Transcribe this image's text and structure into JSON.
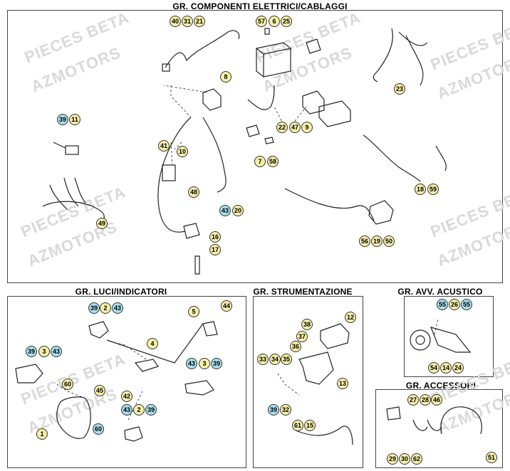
{
  "sections": {
    "electrical": "GR. COMPONENTI ELETTRICI/CABLAGGI",
    "lights": "GR. LUCI/INDICATORI",
    "instruments": "GR. STRUMENTAZIONE",
    "horn": "GR. AVV. ACUSTICO",
    "accessories": "GR. ACCESSORI"
  },
  "watermark": {
    "line1": "PIECES BETA",
    "line2": "AZMOTORS"
  },
  "colors": {
    "yellow_tag": "#f5f0a8",
    "blue_tag": "#a8e0ee",
    "line": "#222222"
  },
  "callouts": [
    {
      "t": "40",
      "c": "y"
    },
    {
      "t": "31",
      "c": "y"
    },
    {
      "t": "21",
      "c": "y"
    },
    {
      "t": "57",
      "c": "y"
    },
    {
      "t": "6",
      "c": "y"
    },
    {
      "t": "25",
      "c": "y"
    },
    {
      "t": "23",
      "c": "y"
    },
    {
      "t": "8",
      "c": "y"
    },
    {
      "t": "39",
      "c": "b"
    },
    {
      "t": "11",
      "c": "y"
    },
    {
      "t": "22",
      "c": "y"
    },
    {
      "t": "47",
      "c": "y"
    },
    {
      "t": "9",
      "c": "y"
    },
    {
      "t": "41",
      "c": "y"
    },
    {
      "t": "10",
      "c": "y"
    },
    {
      "t": "7",
      "c": "y"
    },
    {
      "t": "58",
      "c": "y"
    },
    {
      "t": "48",
      "c": "y"
    },
    {
      "t": "18",
      "c": "y"
    },
    {
      "t": "59",
      "c": "y"
    },
    {
      "t": "43",
      "c": "b"
    },
    {
      "t": "20",
      "c": "y"
    },
    {
      "t": "49",
      "c": "y"
    },
    {
      "t": "16",
      "c": "y"
    },
    {
      "t": "17",
      "c": "y"
    },
    {
      "t": "56",
      "c": "y"
    },
    {
      "t": "19",
      "c": "y"
    },
    {
      "t": "50",
      "c": "y"
    },
    {
      "t": "39",
      "c": "b"
    },
    {
      "t": "2",
      "c": "y"
    },
    {
      "t": "43",
      "c": "b"
    },
    {
      "t": "5",
      "c": "y"
    },
    {
      "t": "44",
      "c": "y"
    },
    {
      "t": "39",
      "c": "b"
    },
    {
      "t": "3",
      "c": "y"
    },
    {
      "t": "43",
      "c": "b"
    },
    {
      "t": "4",
      "c": "y"
    },
    {
      "t": "43",
      "c": "b"
    },
    {
      "t": "3",
      "c": "y"
    },
    {
      "t": "39",
      "c": "b"
    },
    {
      "t": "60",
      "c": "y"
    },
    {
      "t": "45",
      "c": "y"
    },
    {
      "t": "42",
      "c": "y"
    },
    {
      "t": "43",
      "c": "b"
    },
    {
      "t": "2",
      "c": "y"
    },
    {
      "t": "39",
      "c": "b"
    },
    {
      "t": "1",
      "c": "y"
    },
    {
      "t": "60",
      "c": "b"
    },
    {
      "t": "38",
      "c": "y"
    },
    {
      "t": "12",
      "c": "y"
    },
    {
      "t": "37",
      "c": "y"
    },
    {
      "t": "36",
      "c": "y"
    },
    {
      "t": "33",
      "c": "y"
    },
    {
      "t": "34",
      "c": "y"
    },
    {
      "t": "35",
      "c": "y"
    },
    {
      "t": "13",
      "c": "y"
    },
    {
      "t": "39",
      "c": "b"
    },
    {
      "t": "32",
      "c": "y"
    },
    {
      "t": "61",
      "c": "y"
    },
    {
      "t": "15",
      "c": "y"
    },
    {
      "t": "55",
      "c": "b"
    },
    {
      "t": "26",
      "c": "y"
    },
    {
      "t": "55",
      "c": "b"
    },
    {
      "t": "54",
      "c": "y"
    },
    {
      "t": "14",
      "c": "y"
    },
    {
      "t": "24",
      "c": "y"
    },
    {
      "t": "27",
      "c": "y"
    },
    {
      "t": "28",
      "c": "y"
    },
    {
      "t": "46",
      "c": "y"
    },
    {
      "t": "29",
      "c": "y"
    },
    {
      "t": "30",
      "c": "y"
    },
    {
      "t": "62",
      "c": "y"
    },
    {
      "t": "51",
      "c": "y"
    }
  ]
}
